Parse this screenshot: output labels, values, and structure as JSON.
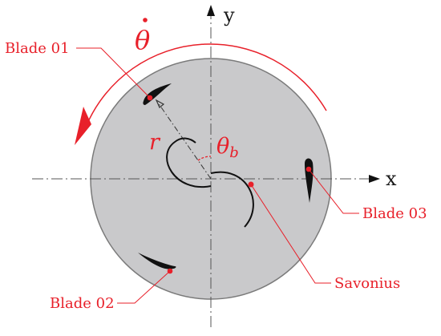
{
  "colors": {
    "accent": "#e8202a",
    "disk_fill": "#c9c9cb",
    "disk_stroke": "#7a7a7a",
    "ink": "#111111",
    "axis": "#555555"
  },
  "labels": {
    "y_axis": "y",
    "x_axis": "x",
    "blade1": "Blade 01",
    "blade2": "Blade 02",
    "blade3": "Blade 03",
    "savonius": "Savonius",
    "theta_dot": "θ",
    "radius": "r",
    "theta_b": "θ",
    "theta_b_sub": "b"
  }
}
